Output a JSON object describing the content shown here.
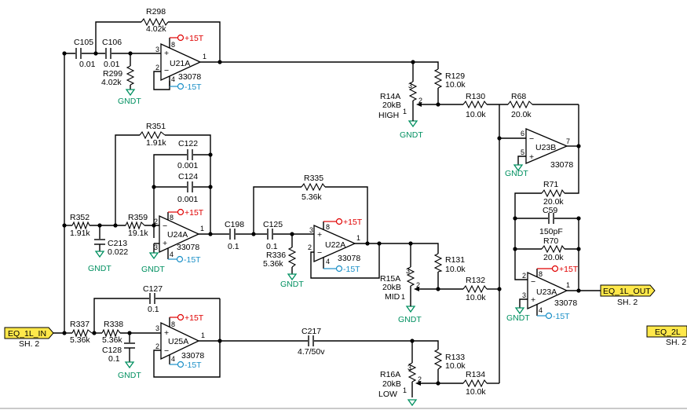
{
  "ports": {
    "in_name": "EQ_1L_IN",
    "in_sheet": "SH. 2",
    "out_name": "EQ_1L_OUT",
    "out_sheet": "SH. 2",
    "next_name": "EQ_2L",
    "next_sheet": "SH. 2"
  },
  "rails": {
    "pos": "+15T",
    "neg": "-15T",
    "gnd": "GNDT"
  },
  "opamps": {
    "u21a": "U21A",
    "u24a": "U24A",
    "u22a": "U22A",
    "u25a": "U25A",
    "u23b": "U23B",
    "u23a": "U23A",
    "part": "33078"
  },
  "resistors": {
    "r298": [
      "R298",
      "4.02k"
    ],
    "r299": [
      "R299",
      "4.02k"
    ],
    "r351": [
      "R351",
      "1.91k"
    ],
    "r352": [
      "R352",
      "1.91k"
    ],
    "r359": [
      "R359",
      "19.1k"
    ],
    "r335": [
      "R335",
      "5.36k"
    ],
    "r336": [
      "R336",
      "5.36k"
    ],
    "r337": [
      "R337",
      "5.36k"
    ],
    "r338": [
      "R338",
      "5.36k"
    ],
    "r129": [
      "R129",
      "10.0k"
    ],
    "r130": [
      "R130",
      "10.0k"
    ],
    "r68": [
      "R68",
      "20.0k"
    ],
    "r131": [
      "R131",
      "10.0k"
    ],
    "r132": [
      "R132",
      "10.0k"
    ],
    "r133": [
      "R133",
      "10.0k"
    ],
    "r134": [
      "R134",
      "10.0k"
    ],
    "r71": [
      "R71",
      "20.0k"
    ],
    "r70": [
      "R70",
      "20.0k"
    ]
  },
  "capacitors": {
    "c105": [
      "C105",
      "0.01"
    ],
    "c106": [
      "C106",
      "0.01"
    ],
    "c122": [
      "C122",
      "0.001"
    ],
    "c124": [
      "C124",
      "0.001"
    ],
    "c213": [
      "C213",
      "0.022"
    ],
    "c198": [
      "C198",
      "0.1"
    ],
    "c125": [
      "C125",
      "0.1"
    ],
    "c127": [
      "C127",
      "0.1"
    ],
    "c128": [
      "C128",
      "0.1"
    ],
    "c217": [
      "C217",
      "4.7/50v"
    ],
    "c59": [
      "C59",
      "150pF"
    ]
  },
  "pots": {
    "r14a": [
      "R14A",
      "20kB",
      "HIGH"
    ],
    "r15a": [
      "R15A",
      "20kB",
      "MID"
    ],
    "r16a": [
      "R16A",
      "20kB",
      "LOW"
    ]
  },
  "pins": {
    "p1": "1",
    "p2": "2",
    "p3": "3",
    "p4": "4",
    "p5": "5",
    "p6": "6",
    "p7": "7",
    "p8": "8"
  }
}
